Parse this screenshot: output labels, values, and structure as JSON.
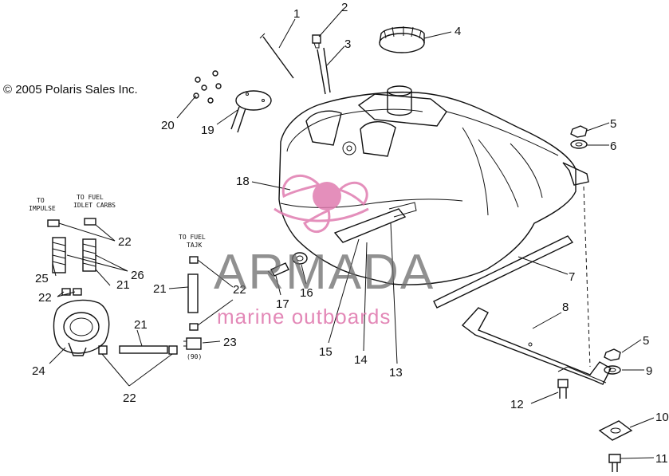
{
  "copyright": "© 2005 Polaris Sales Inc.",
  "watermark": {
    "title": "ARMADA",
    "subtitle": "marine outboards",
    "color": "#e07cb0",
    "logo_icon": "propeller-logo-icon"
  },
  "notes": {
    "to_impulse": [
      "TO",
      "IMPULSE"
    ],
    "to_fuel_idlet": [
      "TO FUEL",
      "IDLET CARBS"
    ],
    "to_fuel_tank": [
      "TO FUEL",
      "TAJK"
    ],
    "fitting_note": "(90)"
  },
  "callouts": {
    "c1": "1",
    "c2": "2",
    "c3": "3",
    "c4": "4",
    "c5a": "5",
    "c5b": "5",
    "c6": "6",
    "c7": "7",
    "c8": "8",
    "c9": "9",
    "c10": "10",
    "c11": "11",
    "c12": "12",
    "c13": "13",
    "c14": "14",
    "c15": "15",
    "c16": "16",
    "c17": "17",
    "c18": "18",
    "c19": "19",
    "c20": "20",
    "c21a": "21",
    "c21b": "21",
    "c21c": "21",
    "c22a": "22",
    "c22b": "22",
    "c22c": "22",
    "c22d": "22",
    "c23": "23",
    "c24": "24",
    "c25": "25",
    "c26": "26"
  }
}
